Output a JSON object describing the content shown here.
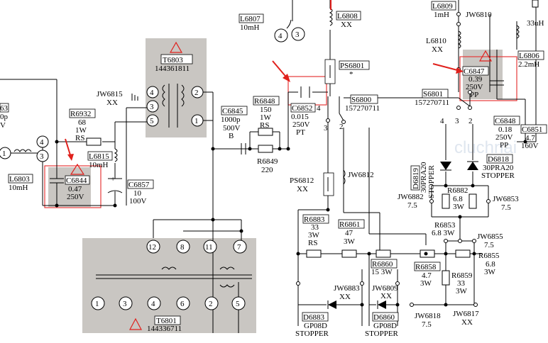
{
  "transformers": {
    "t6803": {
      "ref": "T6803",
      "part": "144361811",
      "pins_left": [
        "4",
        "3",
        "5"
      ],
      "pins_right": [
        "2",
        "1"
      ]
    },
    "t6801": {
      "ref": "T6801",
      "part": "144336711",
      "pins_top": [
        "12",
        "8",
        "11",
        "7"
      ],
      "pins_bottom": [
        "1",
        "3",
        "4",
        "6",
        "2",
        "5"
      ]
    }
  },
  "components": {
    "c6847": {
      "ref": "C6847",
      "l1": "0.39",
      "l2": "250V",
      "l3": "PP"
    },
    "c6844": {
      "ref": "C6844",
      "l1": "0.47",
      "l2": "250V"
    },
    "c6852": {
      "ref": "C6852",
      "l1": "0.015",
      "l2": "250V",
      "l3": "PT"
    },
    "c6845": {
      "ref": "C6845",
      "l1": "1000p",
      "l2": "500V",
      "l3": "B"
    },
    "c6857": {
      "ref": "C6857",
      "l1": "10",
      "l2": "100V"
    },
    "c6848": {
      "ref": "C6848",
      "l1": "0.18",
      "l2": "250V",
      "l3": "PP"
    },
    "c6851": {
      "ref": "C6851",
      "l1": "4.7",
      "l2": "160V"
    },
    "r6848": {
      "ref": "R6848",
      "l1": "150",
      "l2": "1W",
      "l3": "RS"
    },
    "r6849": {
      "ref": "R6849",
      "l1": "220"
    },
    "r6932": {
      "ref": "R6932",
      "l1": "68",
      "l2": "1W",
      "l3": "RS"
    },
    "r6883": {
      "ref": "R6883",
      "l1": "33",
      "l2": "3W",
      "l3": "RS"
    },
    "r6861": {
      "ref": "R6861",
      "l1": "47",
      "l2": "3W"
    },
    "r6860": {
      "ref": "R6860",
      "l1": "15 3W"
    },
    "r6858": {
      "ref": "R6858",
      "l1": "4.7",
      "l2": "3W"
    },
    "r6859": {
      "ref": "R6859",
      "l1": "33",
      "l2": "3W"
    },
    "r6882": {
      "ref": "R6882",
      "l1": "6.8",
      "l2": "3W"
    },
    "r6853": {
      "ref": "R6853",
      "l1": "6.8 3W"
    },
    "r6855": {
      "ref": "R6855",
      "l1": "6.8",
      "l2": "3W"
    },
    "l6807": {
      "ref": "L6807",
      "l1": "10mH"
    },
    "l6808": {
      "ref": "L6808",
      "l1": "XX"
    },
    "l6809": {
      "ref": "L6809",
      "l1": "1mH"
    },
    "l6810": {
      "ref": "L6810",
      "l1": "XX"
    },
    "l6806": {
      "ref": "L6806",
      "l1": "2.2mH"
    },
    "l6815": {
      "ref": "L6815",
      "l1": "10mH"
    },
    "l6803": {
      "ref": "L6803",
      "l1": "10mH"
    },
    "l6805": {
      "l1": "33uH"
    },
    "ps6801": {
      "ref": "PS6801",
      "l1": "*"
    },
    "ps6812": {
      "ref": "PS6812",
      "l1": "XX"
    },
    "s6800": {
      "ref": "S6800",
      "l1": "157270711"
    },
    "s6801": {
      "ref": "S6801",
      "l1": "157270711"
    },
    "d6819": {
      "ref": "D6819",
      "l1": "30PRA20",
      "l2": "STOPPER"
    },
    "d6818": {
      "ref": "D6818",
      "l1": "30PRA20",
      "l2": "STOPPER"
    },
    "d6883": {
      "ref": "D6883",
      "l1": "GP08D",
      "l2": "STOPPER"
    },
    "d6860": {
      "ref": "D6860",
      "l1": "GP08D",
      "l2": "STOPPER"
    },
    "jw6815": {
      "ref": "JW6815",
      "l1": "XX"
    },
    "jw6812": {
      "ref": "JW6812"
    },
    "jw6810": {
      "ref": "JW6810"
    },
    "jw6882": {
      "ref": "JW6882",
      "l1": "7.5"
    },
    "jw6853": {
      "ref": "JW6853",
      "l1": "7.5"
    },
    "jw6855": {
      "ref": "JW6855",
      "l1": "7.5"
    },
    "jw6883": {
      "ref": "JW6883",
      "l1": "XX"
    },
    "jw6809": {
      "ref": "JW6809",
      "l1": "XX"
    },
    "jw6818": {
      "ref": "JW6818",
      "l1": "7.5"
    },
    "jw6817": {
      "ref": "JW6817",
      "l1": "XX"
    }
  },
  "switch_pins": {
    "s6800": [
      "4",
      "3",
      "2"
    ],
    "s6801": [
      "4",
      "3",
      "2"
    ]
  },
  "left_partial": {
    "a": "63",
    "b": "0p",
    "c": "V",
    "pins": [
      "1",
      "4",
      "3"
    ]
  },
  "right_partial": {
    "l1": "uH"
  },
  "watermark": "cluchnai",
  "colors": {
    "highlight": "#e53a3a",
    "arrow": "#e0201c",
    "panel": "#c9c6c2"
  }
}
